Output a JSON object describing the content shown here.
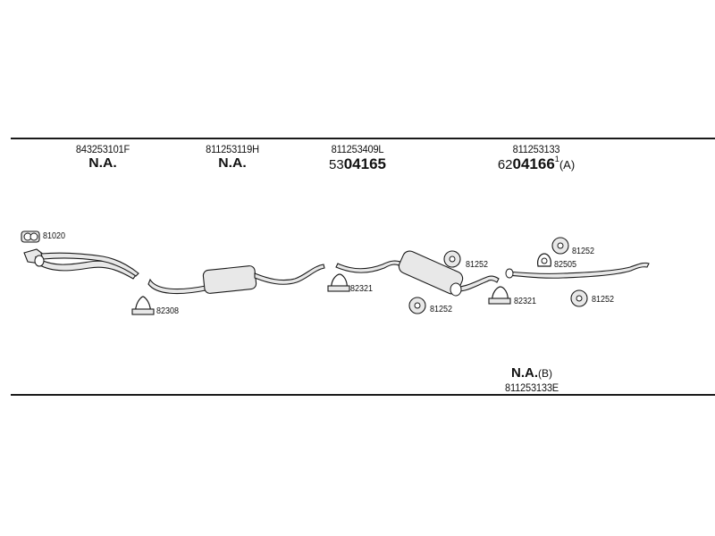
{
  "columns": [
    {
      "part_number": "843253101F",
      "status": "N.A."
    },
    {
      "part_number": "811253119H",
      "status": "N.A."
    },
    {
      "part_number": "811253409L",
      "code_prefix": "53",
      "code_main": "04165"
    },
    {
      "part_number": "811253133",
      "code_prefix": "62",
      "code_main": "04166",
      "code_sup": "1",
      "code_suffix": "(A)"
    }
  ],
  "variant_b": {
    "status": "N.A.",
    "suffix": "(B)",
    "part_number": "811253133E"
  },
  "component_labels": {
    "gasket": "81020",
    "clamp_front": "82308",
    "clamp_mid": "82321",
    "rubber_mid": "81252",
    "rubber_mid_low": "81252",
    "clamp_rear": "82321",
    "rubber_rear_top": "81252",
    "hanger_rear": "82505",
    "rubber_rear_low": "81252"
  }
}
